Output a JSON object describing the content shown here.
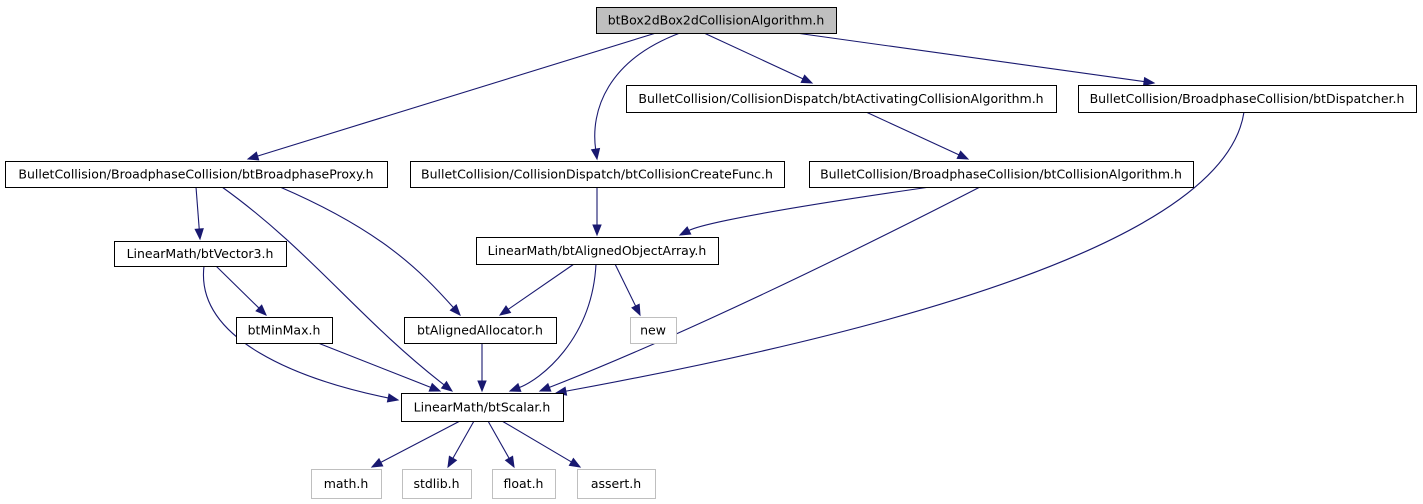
{
  "colors": {
    "edge": "#191970",
    "root_fill": "#bfbfbf",
    "node_border": "#000000",
    "external_border": "#bfbfbf"
  },
  "nodes": [
    {
      "id": "root",
      "label": "btBox2dBox2dCollisionAlgorithm.h",
      "kind": "root"
    },
    {
      "id": "activating",
      "label": "BulletCollision/CollisionDispatch/btActivatingCollisionAlgorithm.h",
      "kind": "file"
    },
    {
      "id": "dispatcher",
      "label": "BulletCollision/BroadphaseCollision/btDispatcher.h",
      "kind": "file"
    },
    {
      "id": "broadphaseproxy",
      "label": "BulletCollision/BroadphaseCollision/btBroadphaseProxy.h",
      "kind": "file"
    },
    {
      "id": "createfunc",
      "label": "BulletCollision/CollisionDispatch/btCollisionCreateFunc.h",
      "kind": "file"
    },
    {
      "id": "collisionalgorithm",
      "label": "BulletCollision/BroadphaseCollision/btCollisionAlgorithm.h",
      "kind": "file"
    },
    {
      "id": "vector3",
      "label": "LinearMath/btVector3.h",
      "kind": "file"
    },
    {
      "id": "alignedobjectarray",
      "label": "LinearMath/btAlignedObjectArray.h",
      "kind": "file"
    },
    {
      "id": "minmax",
      "label": "btMinMax.h",
      "kind": "file"
    },
    {
      "id": "alignedallocator",
      "label": "btAlignedAllocator.h",
      "kind": "file"
    },
    {
      "id": "new",
      "label": "new",
      "kind": "external"
    },
    {
      "id": "scalar",
      "label": "LinearMath/btScalar.h",
      "kind": "file"
    },
    {
      "id": "math",
      "label": "math.h",
      "kind": "external"
    },
    {
      "id": "stdlib",
      "label": "stdlib.h",
      "kind": "external"
    },
    {
      "id": "float",
      "label": "float.h",
      "kind": "external"
    },
    {
      "id": "assert",
      "label": "assert.h",
      "kind": "external"
    }
  ],
  "edges": [
    {
      "from": "root",
      "to": "broadphaseproxy"
    },
    {
      "from": "root",
      "to": "createfunc"
    },
    {
      "from": "root",
      "to": "activating"
    },
    {
      "from": "root",
      "to": "dispatcher"
    },
    {
      "from": "activating",
      "to": "collisionalgorithm"
    },
    {
      "from": "dispatcher",
      "to": "scalar"
    },
    {
      "from": "broadphaseproxy",
      "to": "vector3"
    },
    {
      "from": "broadphaseproxy",
      "to": "alignedallocator"
    },
    {
      "from": "broadphaseproxy",
      "to": "scalar"
    },
    {
      "from": "createfunc",
      "to": "alignedobjectarray"
    },
    {
      "from": "collisionalgorithm",
      "to": "alignedobjectarray"
    },
    {
      "from": "collisionalgorithm",
      "to": "scalar"
    },
    {
      "from": "vector3",
      "to": "minmax"
    },
    {
      "from": "vector3",
      "to": "scalar"
    },
    {
      "from": "alignedobjectarray",
      "to": "alignedallocator"
    },
    {
      "from": "alignedobjectarray",
      "to": "new"
    },
    {
      "from": "alignedobjectarray",
      "to": "scalar"
    },
    {
      "from": "minmax",
      "to": "scalar"
    },
    {
      "from": "alignedallocator",
      "to": "scalar"
    },
    {
      "from": "scalar",
      "to": "math"
    },
    {
      "from": "scalar",
      "to": "stdlib"
    },
    {
      "from": "scalar",
      "to": "float"
    },
    {
      "from": "scalar",
      "to": "assert"
    }
  ]
}
